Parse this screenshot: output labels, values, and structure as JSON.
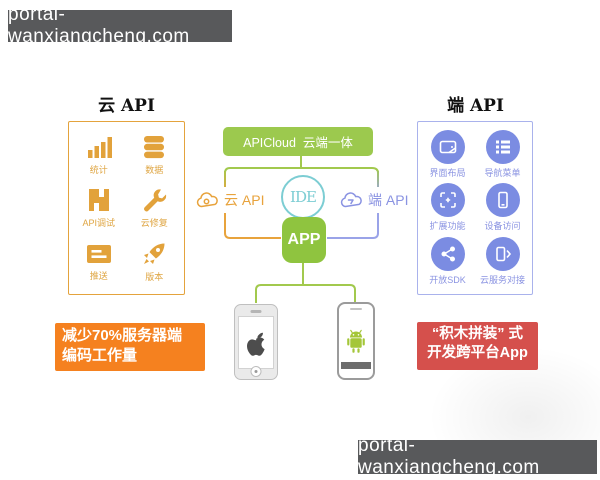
{
  "watermark": {
    "text": "portal-wanxiangcheng.com"
  },
  "cloud_section": {
    "heading": "云 API",
    "items": [
      {
        "icon": "bar-chart-icon",
        "label": "统计"
      },
      {
        "icon": "database-icon",
        "label": "数据"
      },
      {
        "icon": "api-debug-icon",
        "label": "API调试"
      },
      {
        "icon": "wrench-icon",
        "label": "云修复"
      },
      {
        "icon": "push-message-icon",
        "label": "推送"
      },
      {
        "icon": "rocket-icon",
        "label": "版本"
      }
    ]
  },
  "device_section": {
    "heading": "端 API",
    "items": [
      {
        "icon": "layout-wallet-icon",
        "label": "界面布局"
      },
      {
        "icon": "menu-list-icon",
        "label": "导航菜单"
      },
      {
        "icon": "expand-scan-icon",
        "label": "扩展功能"
      },
      {
        "icon": "smartphone-icon",
        "label": "设备访问"
      },
      {
        "icon": "share-sdk-icon",
        "label": "开放SDK"
      },
      {
        "icon": "device-link-icon",
        "label": "云服务对接"
      }
    ]
  },
  "center": {
    "banner": "APICloud  云端一体",
    "ide_logo": "IDE",
    "cloud_api_label": "云 API",
    "device_api_label": "端 API",
    "app_label": "APP"
  },
  "callouts": {
    "left": {
      "line1": "减少70%服务器端",
      "line2": "编码工作量"
    },
    "right": {
      "line1": "“积木拼装” 式",
      "line2": "开发跨平台App"
    }
  },
  "colors": {
    "orange": "#e8a33c",
    "blue": "#7b8ce2",
    "purple_line": "#9aa3e8",
    "green": "#9cc94e",
    "app_green": "#8fc43f",
    "teal": "#7ccdd3",
    "callout_orange": "#f5811f",
    "callout_red": "#d5504c",
    "watermark_bg": "#58595b",
    "android_green": "#a4c639"
  }
}
